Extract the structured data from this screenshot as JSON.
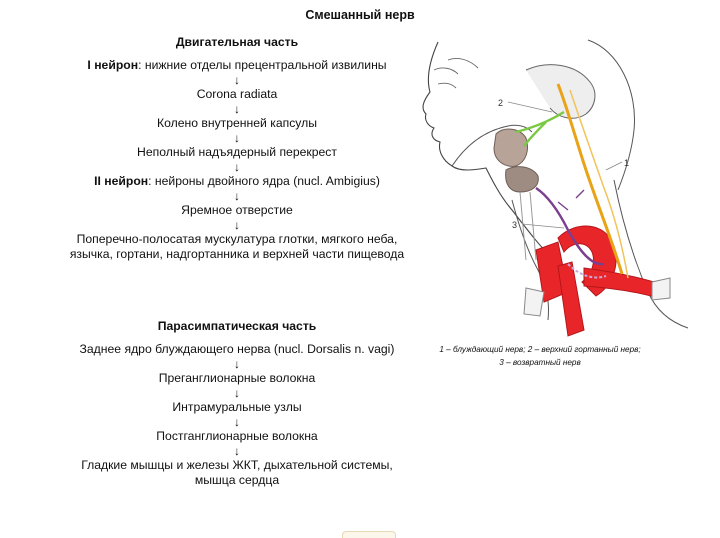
{
  "title": "Смешанный нерв",
  "motor": {
    "heading": "Двигательная часть",
    "steps": [
      {
        "bold": "I нейрон",
        "text": ": нижние отделы прецентральной извилины"
      },
      {
        "bold": "",
        "text": "Corona radiata"
      },
      {
        "bold": "",
        "text": "Колено внутренней капсулы"
      },
      {
        "bold": "",
        "text": "Неполный надъядерный перекрест"
      },
      {
        "bold": "II нейрон",
        "text": ": нейроны двойного ядра (nucl. Ambigius)"
      },
      {
        "bold": "",
        "text": "Яремное отверстие"
      },
      {
        "bold": "",
        "text": "Поперечно-полосатая мускулатура глотки, мягкого неба, язычка, гортани, надгортанника и верхней части пищевода"
      }
    ]
  },
  "para": {
    "heading": "Парасимпатическая часть",
    "steps": [
      {
        "bold": "",
        "text": "Заднее ядро блуждающего нерва (nucl. Dorsalis n. vagi)"
      },
      {
        "bold": "",
        "text": "Преганглионарные волокна"
      },
      {
        "bold": "",
        "text": "Интрамуральные узлы"
      },
      {
        "bold": "",
        "text": "Постганглионарные волокна"
      },
      {
        "bold": "",
        "text": "Гладкие мышцы и железы ЖКТ, дыхательной системы, мышца сердца"
      }
    ]
  },
  "arrow_glyph": "↓",
  "figure": {
    "labels": [
      "1",
      "2",
      "3"
    ],
    "colors": {
      "vagus": "#e8a317",
      "superior_laryngeal": "#7ac943",
      "recurrent": "#7b3f8f",
      "artery": "#e8262a",
      "thyroid": "#b8a398"
    }
  },
  "caption": {
    "line1": "1 – блуждающий нерв; 2 – верхний гортанный нерв;",
    "line2": "3 – возвратный нерв"
  }
}
